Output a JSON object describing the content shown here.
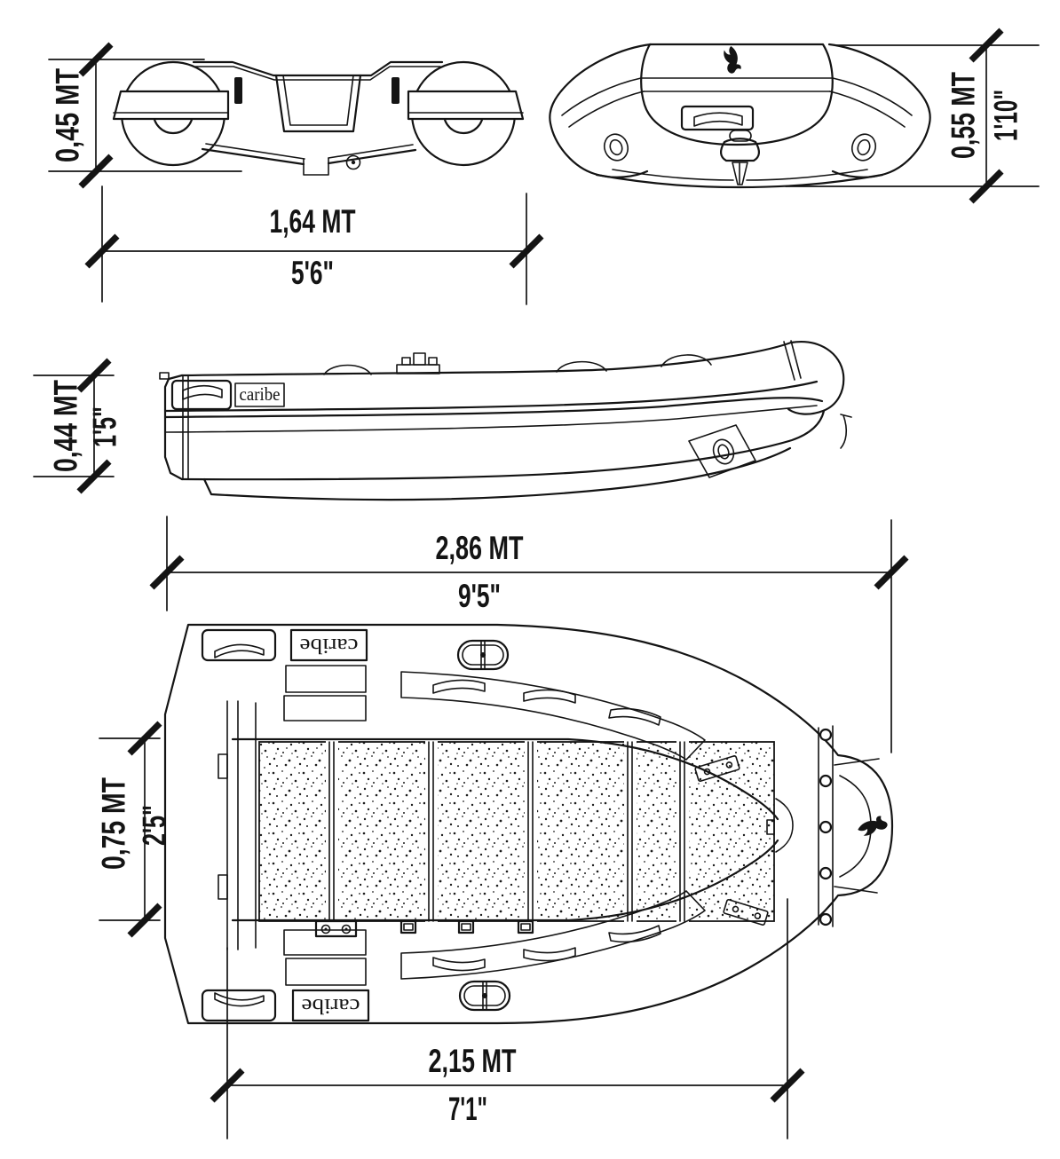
{
  "drawing": {
    "type": "inflatable-boat-dimension-blueprint",
    "line_color": "#141414",
    "background": "#ffffff"
  },
  "brand": {
    "logo": "caribe"
  },
  "dims": {
    "stern": {
      "height_mt": "0,45 MT",
      "beam_mt": "1,64 MT",
      "beam_ft": "5'6\""
    },
    "bow": {
      "height_mt": "0,55 MT",
      "height_ft": "1'10\""
    },
    "side": {
      "tube_mt": "0,44 MT",
      "tube_ft": "1'5\""
    },
    "length": {
      "overall_mt": "2,86 MT",
      "overall_ft": "9'5\""
    },
    "top": {
      "floor_mt": "0,75 MT",
      "floor_ft": "2'5\"",
      "cockpit_mt": "2,15 MT",
      "cockpit_ft": "7'1\""
    }
  }
}
